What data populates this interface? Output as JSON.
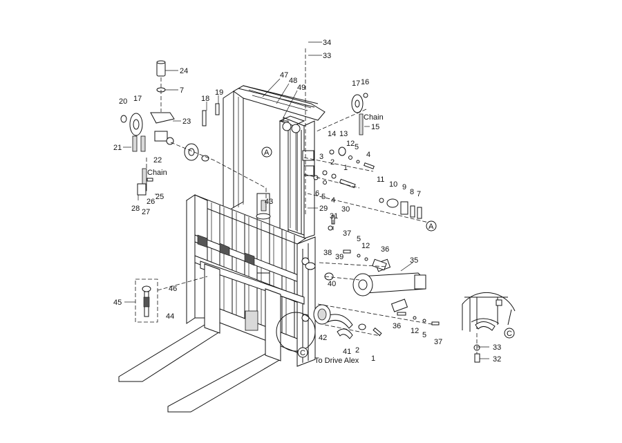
{
  "callouts": [
    {
      "id": "c34",
      "text": "34"
    },
    {
      "id": "c33a",
      "text": "33"
    },
    {
      "id": "c24",
      "text": "24"
    },
    {
      "id": "c7a",
      "text": "7"
    },
    {
      "id": "c20",
      "text": "20"
    },
    {
      "id": "c17a",
      "text": "17"
    },
    {
      "id": "c23",
      "text": "23"
    },
    {
      "id": "c21",
      "text": "21"
    },
    {
      "id": "c22",
      "text": "22"
    },
    {
      "id": "c18",
      "text": "18"
    },
    {
      "id": "c19",
      "text": "19"
    },
    {
      "id": "c47",
      "text": "47"
    },
    {
      "id": "c48",
      "text": "48"
    },
    {
      "id": "c49",
      "text": "49"
    },
    {
      "id": "c17b",
      "text": "17"
    },
    {
      "id": "c16",
      "text": "16"
    },
    {
      "id": "c15",
      "text": "15"
    },
    {
      "id": "c14",
      "text": "14"
    },
    {
      "id": "c13",
      "text": "13"
    },
    {
      "id": "c12a",
      "text": "12"
    },
    {
      "id": "c5a",
      "text": "5"
    },
    {
      "id": "c4a",
      "text": "4"
    },
    {
      "id": "c3",
      "text": "3"
    },
    {
      "id": "c2a",
      "text": "2"
    },
    {
      "id": "c1a",
      "text": "1"
    },
    {
      "id": "c6",
      "text": "6"
    },
    {
      "id": "c5b",
      "text": "5"
    },
    {
      "id": "c4b",
      "text": "4"
    },
    {
      "id": "c11",
      "text": "11"
    },
    {
      "id": "c10",
      "text": "10"
    },
    {
      "id": "c9",
      "text": "9"
    },
    {
      "id": "c8",
      "text": "8"
    },
    {
      "id": "c7b",
      "text": "7"
    },
    {
      "id": "c26",
      "text": "26"
    },
    {
      "id": "c25",
      "text": "25"
    },
    {
      "id": "c28",
      "text": "28"
    },
    {
      "id": "c27",
      "text": "27"
    },
    {
      "id": "c43",
      "text": "43"
    },
    {
      "id": "c29",
      "text": "29"
    },
    {
      "id": "c30",
      "text": "30"
    },
    {
      "id": "c31",
      "text": "31"
    },
    {
      "id": "c37a",
      "text": "37"
    },
    {
      "id": "c5c",
      "text": "5"
    },
    {
      "id": "c12b",
      "text": "12"
    },
    {
      "id": "c36a",
      "text": "36"
    },
    {
      "id": "c38",
      "text": "38"
    },
    {
      "id": "c39",
      "text": "39"
    },
    {
      "id": "c35",
      "text": "35"
    },
    {
      "id": "c40",
      "text": "40"
    },
    {
      "id": "c46",
      "text": "46"
    },
    {
      "id": "c45",
      "text": "45"
    },
    {
      "id": "c44",
      "text": "44"
    },
    {
      "id": "c36b",
      "text": "36"
    },
    {
      "id": "c12c",
      "text": "12"
    },
    {
      "id": "c5d",
      "text": "5"
    },
    {
      "id": "c37b",
      "text": "37"
    },
    {
      "id": "c42",
      "text": "42"
    },
    {
      "id": "c41",
      "text": "41"
    },
    {
      "id": "c2b",
      "text": "2"
    },
    {
      "id": "c1b",
      "text": "1"
    },
    {
      "id": "c33b",
      "text": "33"
    },
    {
      "id": "c32",
      "text": "32"
    }
  ],
  "labels": {
    "chain_right": "Chain",
    "chain_left": "Chain",
    "to_drive_axle": "To Drive Alex"
  },
  "reference_marks": {
    "a_upper": "A",
    "a_right": "A",
    "c_lower": "C",
    "c_detail": "C"
  }
}
